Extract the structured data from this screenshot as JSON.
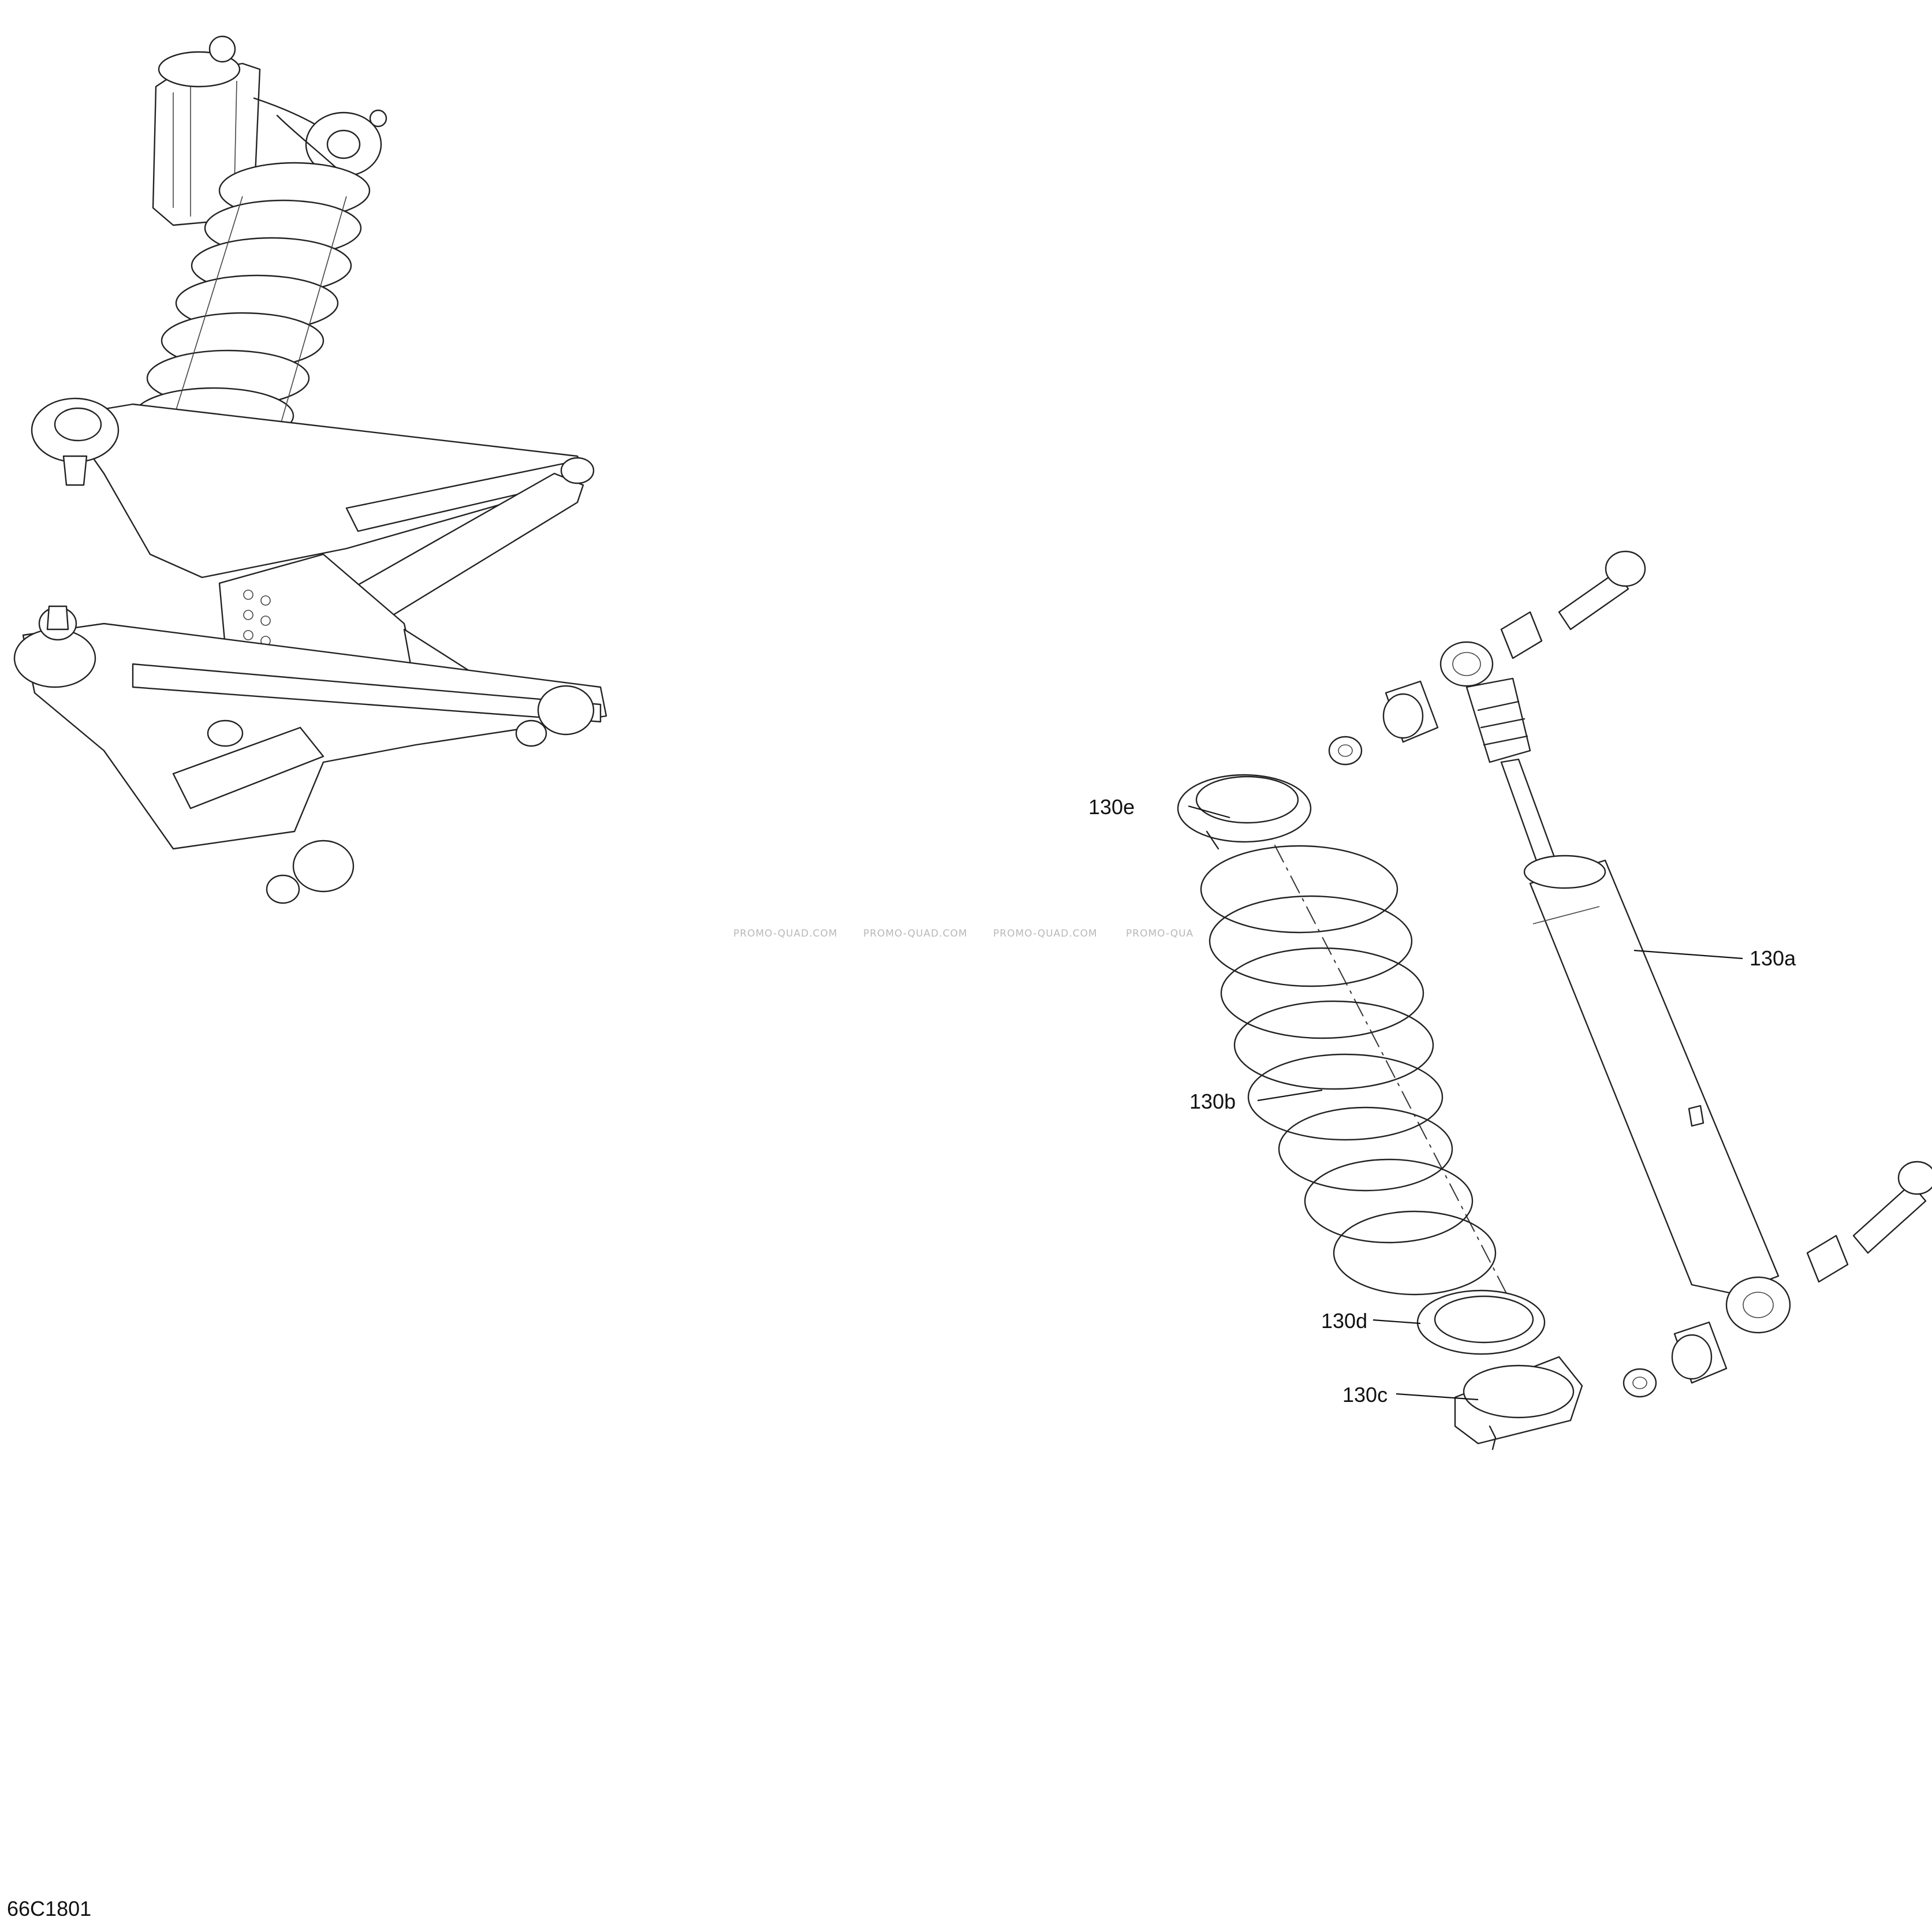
{
  "callouts": {
    "shock_absorber": "130a",
    "spring": "130b",
    "lower_retainer": "130c",
    "lower_seat": "130d",
    "upper_seat": "130e"
  },
  "drawing_number": "66C1801",
  "watermark": [
    "PROMO-QUAD.COM",
    "PROMO-QUAD.COM",
    "PROMO-QUAD.COM",
    "PROMO-QUA"
  ]
}
